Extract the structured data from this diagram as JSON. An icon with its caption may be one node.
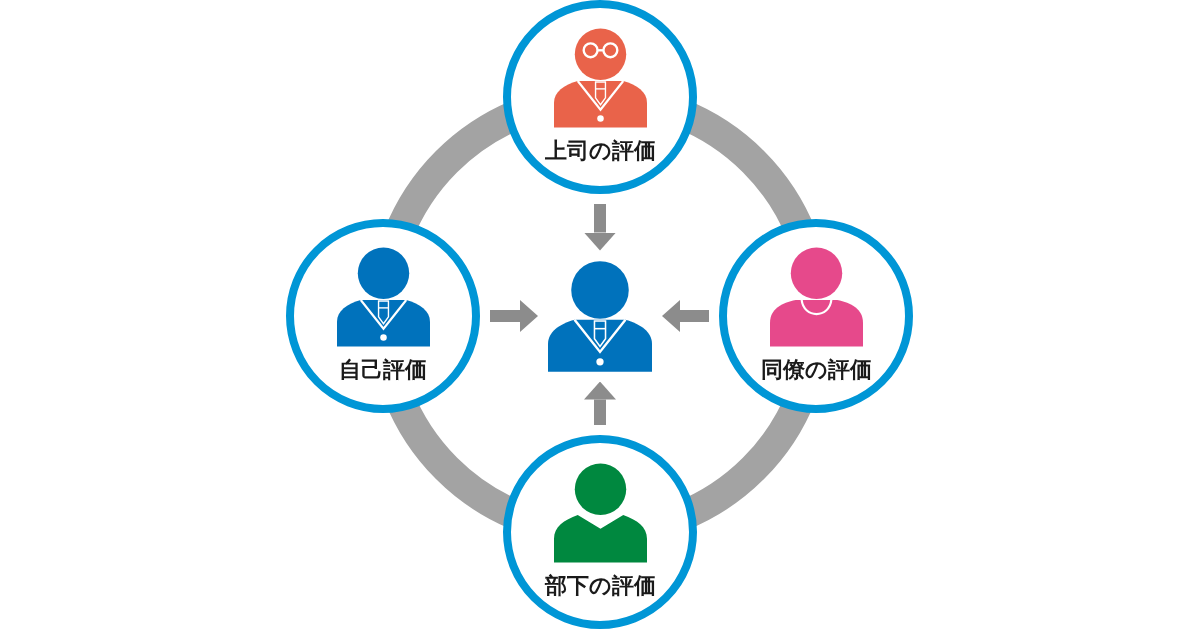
{
  "diagram": {
    "nodes": [
      {
        "text": [
          "上司の評価"
        ]
      },
      {
        "text": [
          "自己評価"
        ]
      },
      {
        "text": [],
        "shape": "person"
      },
      {
        "text": [
          "同僚の評価"
        ]
      },
      {
        "text": [
          "部下の評価"
        ]
      }
    ],
    "edges": [
      {
        "from": 0,
        "to": 2,
        "arrow": "to"
      },
      {
        "from": 1,
        "to": 2,
        "arrow": "to"
      },
      {
        "from": 3,
        "to": 2,
        "arrow": "to"
      },
      {
        "from": 4,
        "to": 2,
        "arrow": "to"
      }
    ]
  }
}
